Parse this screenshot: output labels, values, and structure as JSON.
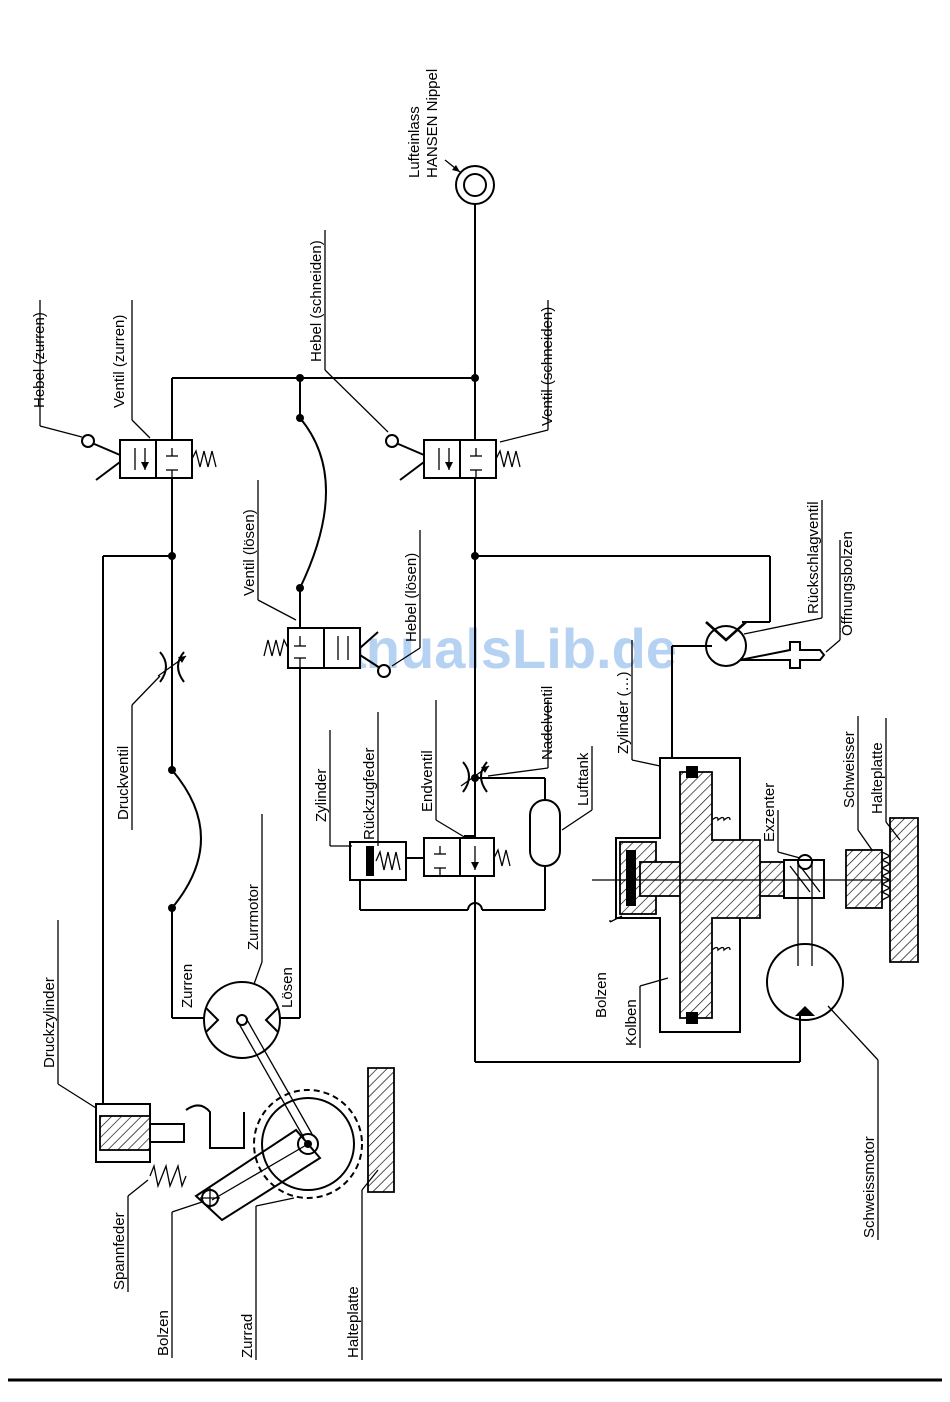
{
  "watermark": "ManualsLib.de",
  "labels": {
    "lufteinlass_1": "Lufteinlass",
    "lufteinlass_2": "HANSEN Nippel",
    "hebel_zurren": "Hebel (zurren)",
    "ventil_zurren": "Ventil (zurren)",
    "hebel_schneiden": "Hebel (schneiden)",
    "ventil_schneiden": "Ventil (schneiden)",
    "ventil_loesen": "Ventil (lösen)",
    "hebel_loesen": "Hebel (lösen)",
    "rueckschlagventil": "Rückschlagventil",
    "oeffnungsbolzen": "Öffnungsbolzen",
    "druckventil": "Druckventil",
    "nadelventil": "Nadelventil",
    "lufttank": "Lufttank",
    "zylinder_1": "Zylinder",
    "rueckzugfeder": "Rückzugfeder",
    "endventil": "Endventil",
    "zylinder_2": "Zylinder (…)",
    "exzenter": "Exzenter",
    "schweisser": "Schweisser",
    "halteplatte_1": "Halteplatte",
    "zurrmotor": "Zurrmotor",
    "zurren": "Zurren",
    "loesen": "Lösen",
    "druckzylinder": "Druckzylinder",
    "bolzen_1": "Bolzen",
    "kolben": "Kolben",
    "schweissmotor": "Schweissmotor",
    "spannfeder": "Spannfeder",
    "bolzen_2": "Bolzen",
    "zurrad": "Zurrad",
    "halteplatte_2": "Halteplatte"
  }
}
